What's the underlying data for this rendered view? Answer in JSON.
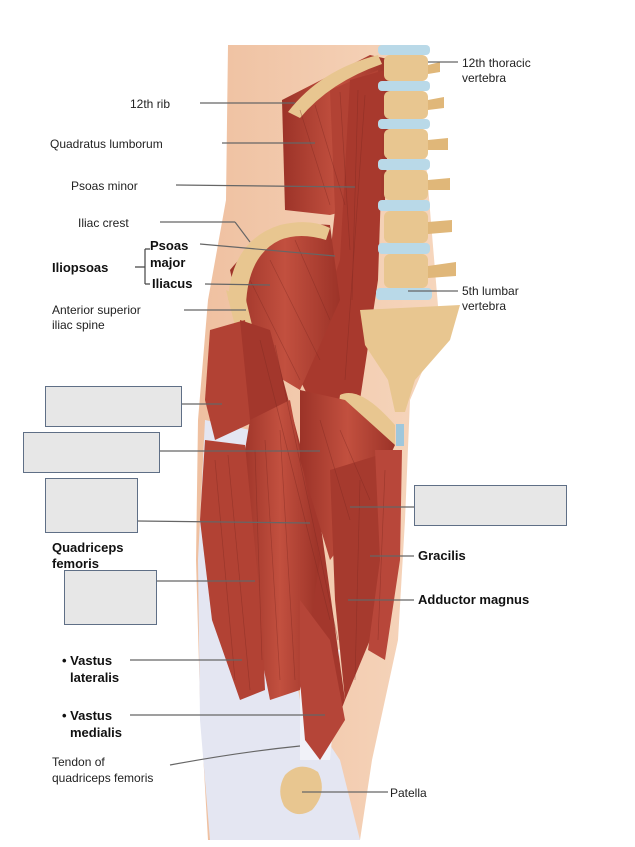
{
  "labels": {
    "rib12": "12th rib",
    "quadratus": "Quadratus lumborum",
    "psoas_minor": "Psoas minor",
    "iliac_crest": "Iliac crest",
    "psoas_major_1": "Psoas",
    "psoas_major_2": "major",
    "iliopsoas": "Iliopsoas",
    "iliacus": "Iliacus",
    "asis_1": "Anterior superior",
    "asis_2": "iliac spine",
    "thoracic_1": "12th thoracic",
    "thoracic_2": "vertebra",
    "lumbar_1": "5th lumbar",
    "lumbar_2": "vertebra",
    "quadriceps_1": "Quadriceps",
    "quadriceps_2": "femoris",
    "gracilis": "Gracilis",
    "adductor_magnus": "Adductor magnus",
    "vastus_lat_1": "• Vastus",
    "vastus_lat_2": "lateralis",
    "vastus_med_1": "• Vastus",
    "vastus_med_2": "medialis",
    "tendon_1": "Tendon of",
    "tendon_2": "quadriceps femoris",
    "patella": "Patella"
  },
  "colors": {
    "muscle": "#b8473a",
    "muscle_dark": "#8e2f27",
    "skin": "#f2c9ac",
    "bone": "#e8c690",
    "disc": "#b9d9e8",
    "tendon": "#e4e6f2",
    "blank_box": "#e7e7e7"
  }
}
